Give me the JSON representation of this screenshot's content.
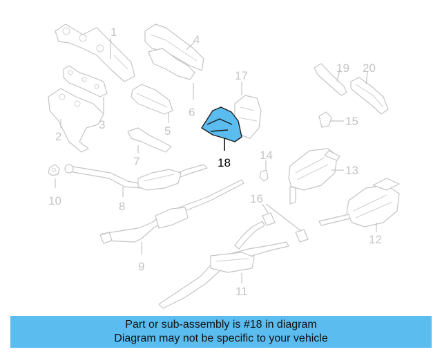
{
  "diagram": {
    "highlight_color": "#5bbcf0",
    "callouts": [
      "1",
      "2",
      "3",
      "4",
      "5",
      "6",
      "7",
      "8",
      "9",
      "10",
      "11",
      "12",
      "13",
      "14",
      "15",
      "16",
      "17",
      "18",
      "19",
      "20"
    ],
    "selected_callout": "18"
  },
  "banner": {
    "line1": "Part or sub-assembly is #18 in diagram",
    "line2": "Diagram may not be specific to your vehicle",
    "background": "#5bbcf0"
  }
}
